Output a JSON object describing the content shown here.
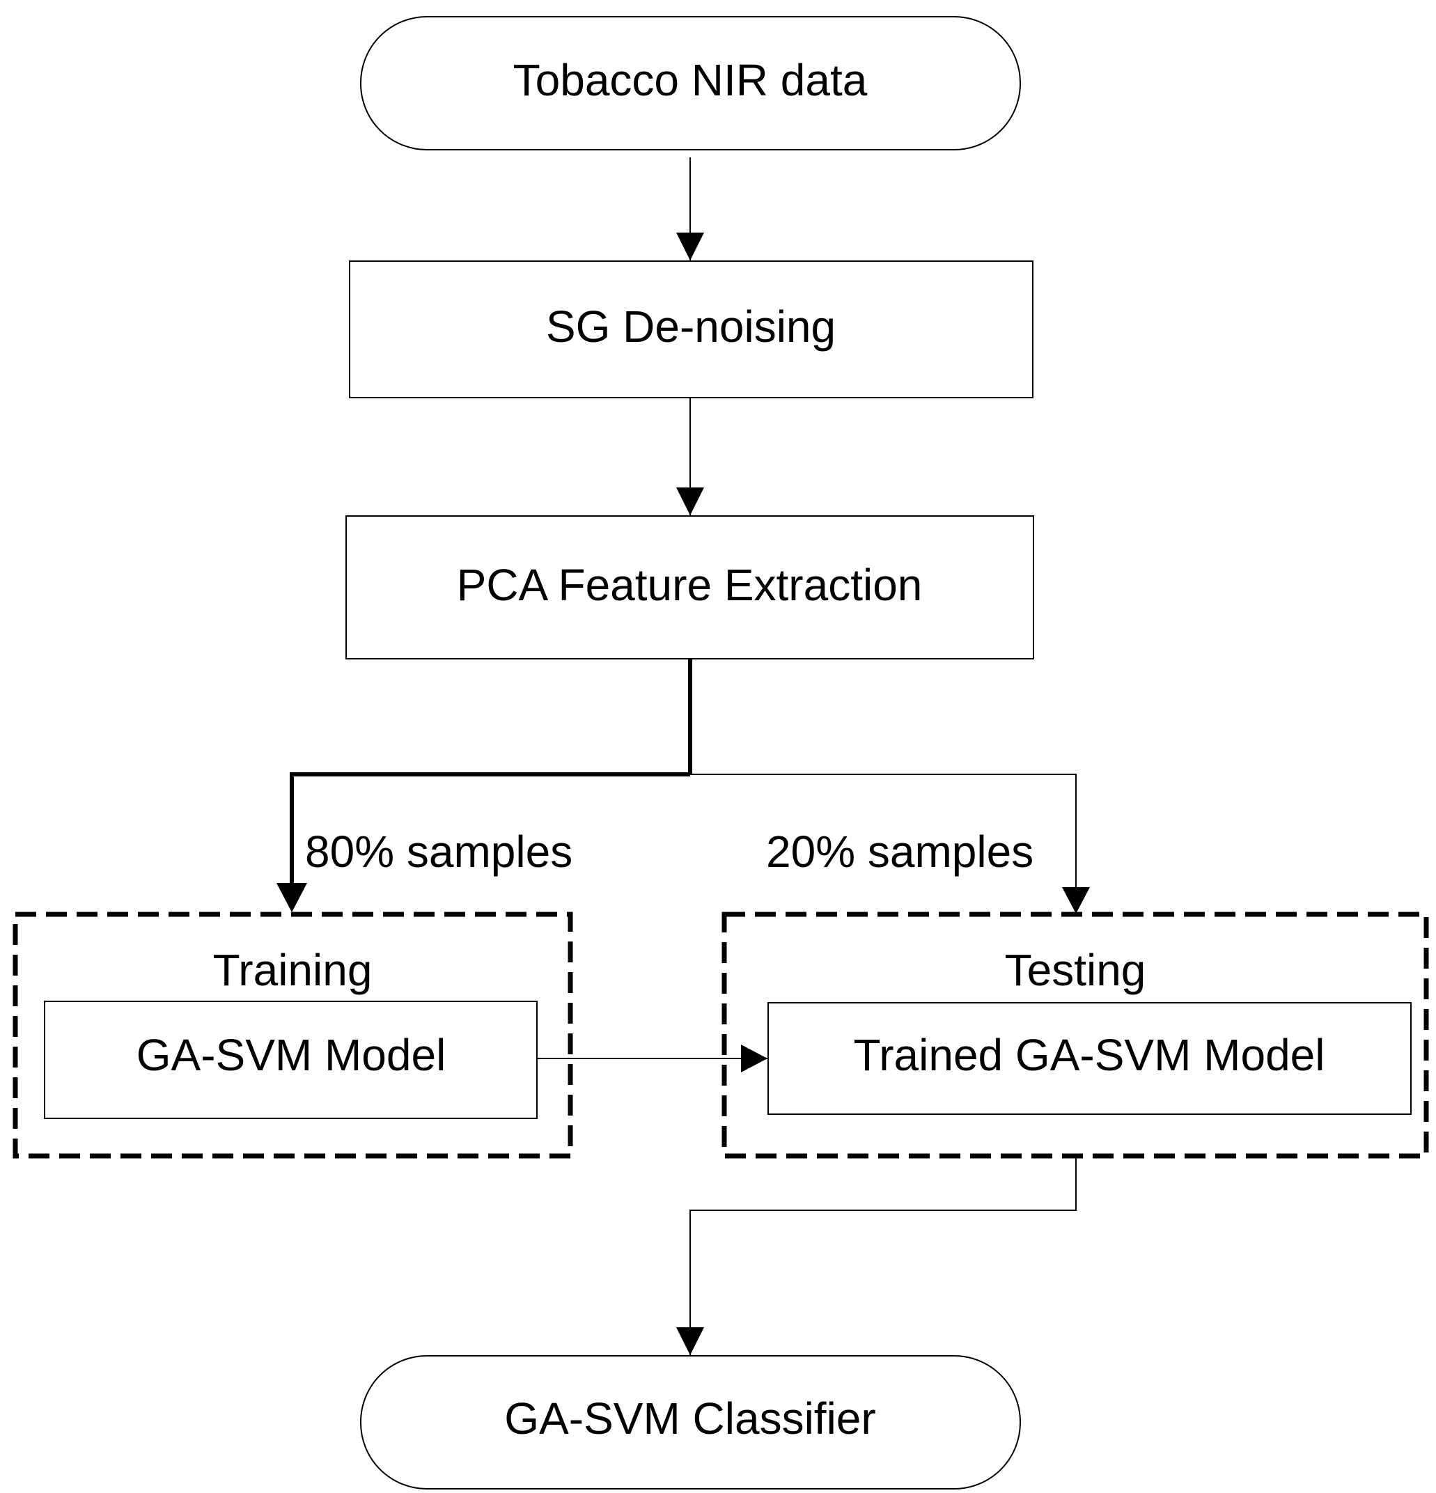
{
  "diagram": {
    "start": {
      "label": "Tobacco NIR data"
    },
    "denoise": {
      "label": "SG De-noising"
    },
    "pca": {
      "label": "PCA Feature Extraction"
    },
    "train_split": {
      "label": "80% samples"
    },
    "test_split": {
      "label": "20% samples"
    },
    "training_group": {
      "label": "Training"
    },
    "testing_group": {
      "label": "Testing"
    },
    "model": {
      "label": "GA-SVM Model"
    },
    "trained_model": {
      "label": "Trained GA-SVM Model"
    },
    "end": {
      "label": "GA-SVM Classifier"
    }
  }
}
